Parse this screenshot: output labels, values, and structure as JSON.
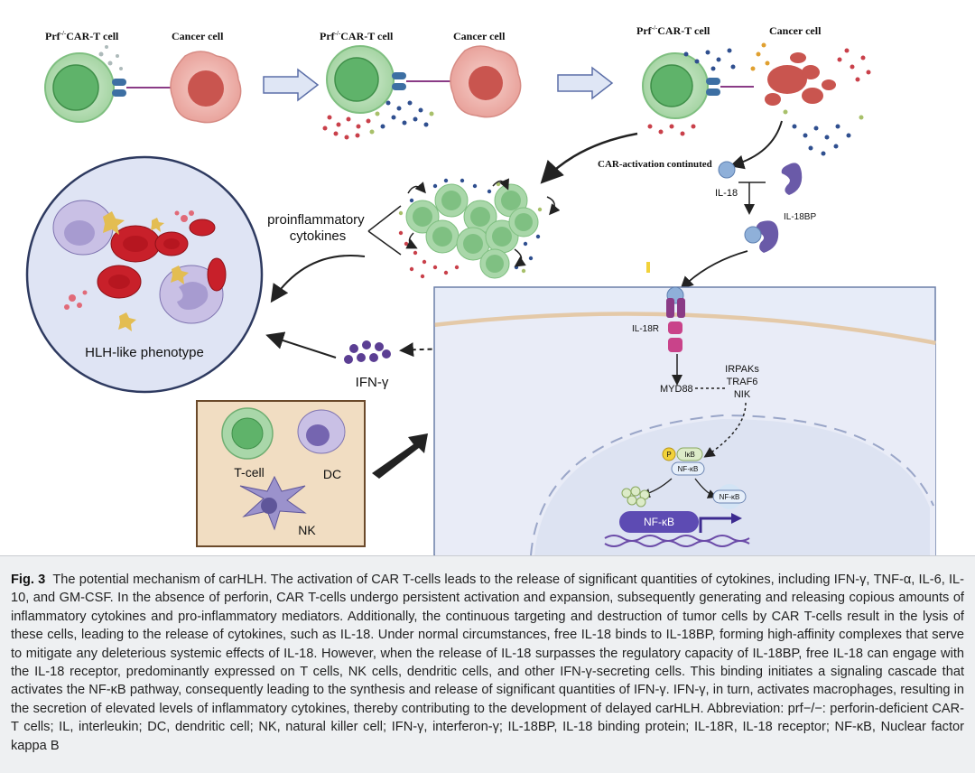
{
  "figure": {
    "panel1": {
      "car_t": "Prf",
      "car_t_sup": "-/-",
      "car_t_suffix": "CAR-T cell",
      "cancer": "Cancer cell"
    },
    "panel2": {
      "car_t": "Prf",
      "car_t_sup": "-/-",
      "car_t_suffix": "CAR-T cell",
      "cancer": "Cancer cell"
    },
    "panel3": {
      "car_t": "Prf",
      "car_t_sup": "-/-",
      "car_t_suffix": "CAR-T cell",
      "cancer": "Cancer cell"
    },
    "car_activation": "CAR-activation continuted",
    "il18": "IL-18",
    "il18bp": "IL-18BP",
    "proinflammatory_line1": "proinflammatory",
    "proinflammatory_line2": "cytokines",
    "hlh": "HLH-like phenotype",
    "ifn": "IFN-γ",
    "tcell": "T-cell",
    "dc": "DC",
    "nk": "NK",
    "il18r": "IL-18R",
    "myd88": "MYD88",
    "irpaks": "IRPAKs",
    "traf6": "TRAF6",
    "nik": "NIK",
    "p": "P",
    "ikb": "IκB",
    "nfkb_small": "NF-κB",
    "nfkb_free": "NF-κB",
    "nfkb_dna": "NF-κB"
  },
  "caption": {
    "label": "Fig. 3",
    "text": "The potential mechanism of carHLH. The activation of CAR T-cells leads to the release of significant quantities of cytokines, including IFN-γ, TNF-α, IL-6, IL-10, and GM-CSF. In the absence of perforin, CAR T-cells undergo persistent activation and expansion, subsequently generating and releasing copious amounts of inflammatory cytokines and pro-inflammatory mediators. Additionally, the continuous targeting and destruction of tumor cells by CAR T-cells result in the lysis of these cells, leading to the release of cytokines, such as IL-18. Under normal circumstances, free IL-18 binds to IL-18BP, forming high-affinity complexes that serve to mitigate any deleterious systemic effects of IL-18. However, when the release of IL-18 surpasses the regulatory capacity of IL-18BP, free IL-18 can engage with the IL-18 receptor, predominantly expressed on T cells, NK cells, dendritic cells, and other IFN-γ-secreting cells. This binding initiates a signaling cascade that activates the NF-κB pathway, consequently leading to the synthesis and release of significant quantities of IFN-γ. IFN-γ, in turn, activates macrophages, resulting in the secretion of elevated levels of inflammatory cytokines, thereby contributing to the development of delayed carHLH. Abbreviation: prf−/−: perforin-deficient CAR-T cells; IL, interleukin; DC, dendritic cell; NK, natural killer cell; IFN-γ, interferon-γ; IL-18BP, IL-18 binding protein; IL-18R, IL-18 receptor; NF-κB, Nuclear factor kappa B"
  },
  "colors": {
    "tcell_fill": "#a9d7a9",
    "tcell_core": "#5fb36a",
    "cancer_fill": "#f1b8b3",
    "cancer_core": "#c9554f",
    "receptor_blue": "#3d6fa3",
    "hlh_bg": "#dfe4f4",
    "box_bg": "#f1ddc2",
    "rbc": "#c8202a",
    "nfkb_purple": "#5d4bb3"
  }
}
